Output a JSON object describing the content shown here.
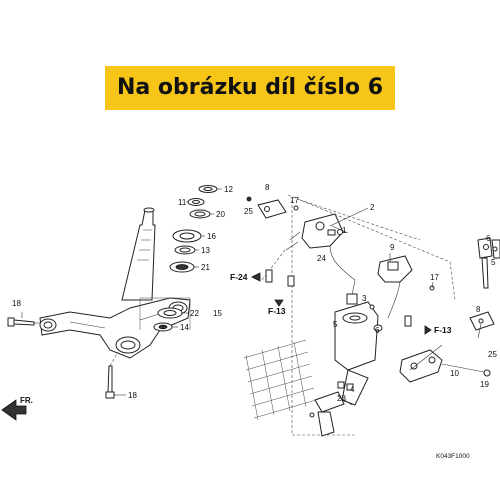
{
  "banner": {
    "text": "Na obrázku díl číslo 6"
  },
  "labels": {
    "n1": "1",
    "n2": "2",
    "n3": "3",
    "n4": "4",
    "n5a": "5",
    "n5b": "5",
    "n6": "6",
    "n8a": "8",
    "n8b": "8",
    "n9": "9",
    "n10": "10",
    "n11": "11",
    "n12": "12",
    "n13": "13",
    "n14": "14",
    "n15": "15",
    "n16": "16",
    "n17a": "17",
    "n17b": "17",
    "n18a": "18",
    "n18b": "18",
    "n19": "19",
    "n20": "20",
    "n21": "21",
    "n22": "22",
    "n23": "23",
    "n24": "24",
    "n25a": "25",
    "n25b": "25"
  },
  "refs": {
    "f24": "F-24",
    "f13a": "F-13",
    "f13b": "F-13"
  },
  "front_marker": "FR.",
  "diagram_code": "K043F1000",
  "colors": {
    "banner_bg": "#f6c518",
    "ink": "#222222"
  }
}
